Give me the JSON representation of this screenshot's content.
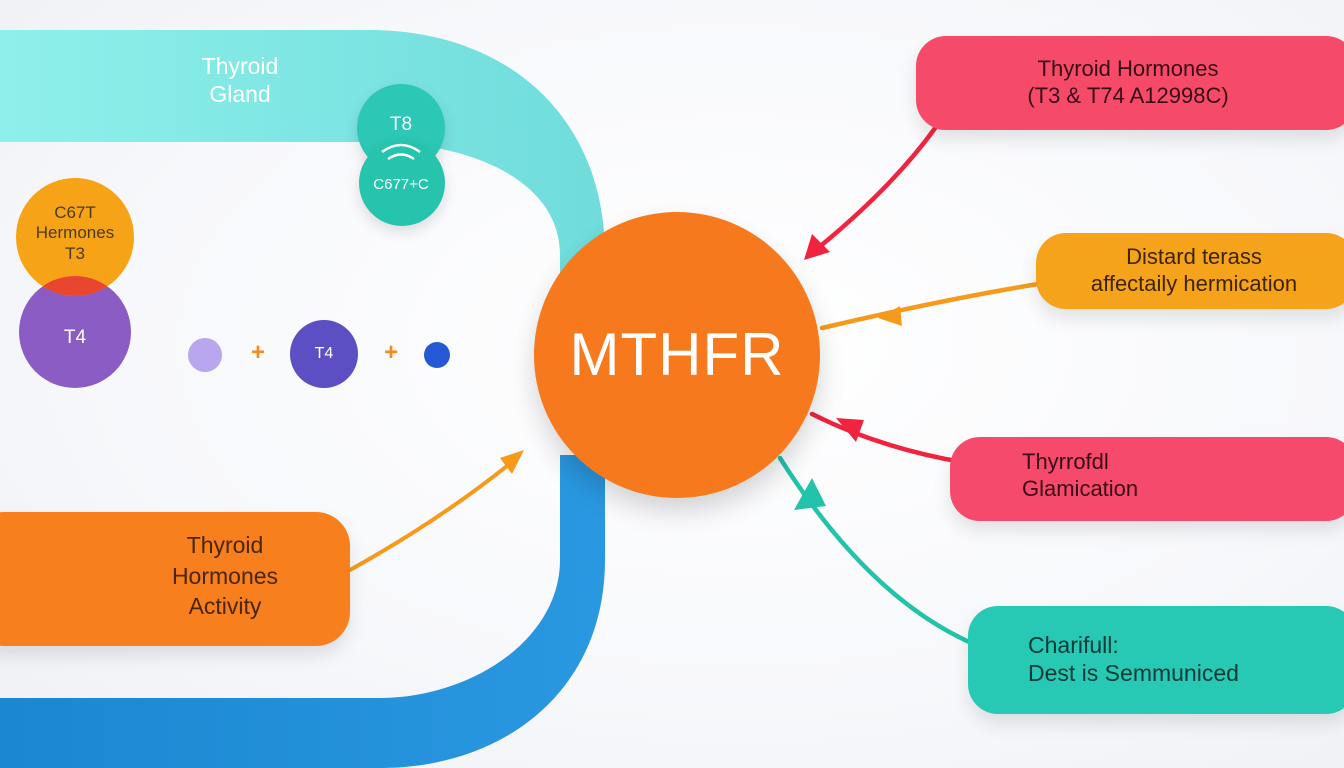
{
  "colors": {
    "teal_light": "#7fe3df",
    "teal": "#27c7b2",
    "blue": "#1f8fd8",
    "orange": "#f77d1e",
    "red_pink": "#f54a6b",
    "amber": "#f6a31c",
    "purple": "#8c5ec5",
    "indigo": "#5a4fc2",
    "lavender": "#b9a6ec",
    "arrow_red": "#f0243e",
    "arrow_orange": "#f59a1a",
    "arrow_teal": "#22c3aa"
  },
  "left": {
    "thyroid_gland": [
      "Thyroid",
      "Gland"
    ],
    "t8_node": {
      "top": "T8",
      "bottom": "C677+C"
    },
    "c67t_node": [
      "C67T",
      "Hermones",
      "T3"
    ],
    "t4_node": "T4",
    "chain": {
      "plus1": "+",
      "node_label": "T4",
      "plus2": "+"
    },
    "activity_pill": [
      "Thyroid",
      "Hormones",
      "Activity"
    ]
  },
  "center": {
    "label": "MTHFR"
  },
  "right": {
    "pill1": [
      "Thyroid Hormones",
      "(T3 & T74 A12998C)"
    ],
    "pill2": [
      "Distard terass",
      "affectaily hermication"
    ],
    "pill3": [
      "Thyrrofdl",
      "Glamication"
    ],
    "pill4": [
      "Charifull:",
      "Dest is Semmuniced"
    ]
  }
}
